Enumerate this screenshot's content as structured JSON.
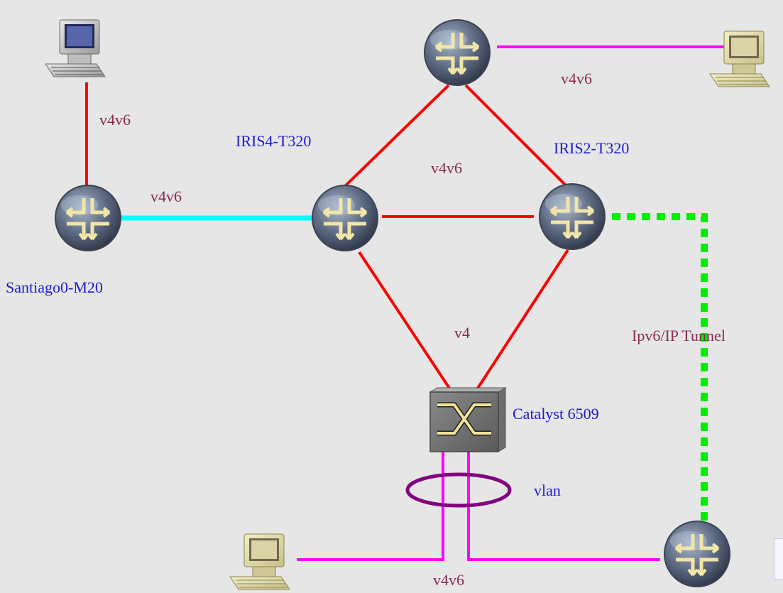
{
  "devices": {
    "router_top": {
      "type": "router"
    },
    "router_santiago": {
      "type": "router",
      "label": "Santiago0-M20"
    },
    "router_iris4": {
      "type": "router",
      "label": "IRIS4-T320"
    },
    "router_iris2": {
      "type": "router",
      "label": "IRIS2-T320"
    },
    "router_bottom_right": {
      "type": "router"
    },
    "switch_catalyst": {
      "type": "switch",
      "label": "Catalyst 6509"
    },
    "pc_top_left": {
      "type": "workstation"
    },
    "pc_top_right": {
      "type": "workstation"
    },
    "pc_bottom_left": {
      "type": "workstation"
    }
  },
  "link_labels": {
    "pc_santiago": "v4v6",
    "santiago_iris4": "v4v6",
    "top_router_pc": "v4v6",
    "core_triangle": "v4v6",
    "core_switch": "v4",
    "tunnel": "Ipv6/IP  Tunnel",
    "vlan": "vlan",
    "bottom": "v4v6"
  },
  "colors": {
    "background": "#e6e6e6",
    "v4v6_link": "#ff0000",
    "santiago_link": "#00ffff",
    "access_link": "#ff00ff",
    "tunnel_link": "#00ee00",
    "vlan_ring": "#800080",
    "device_label": "#1a1ad6",
    "link_label": "#8a2a52"
  },
  "icons": {
    "router": "router-icon",
    "switch": "switch-icon",
    "workstation": "workstation-icon"
  }
}
